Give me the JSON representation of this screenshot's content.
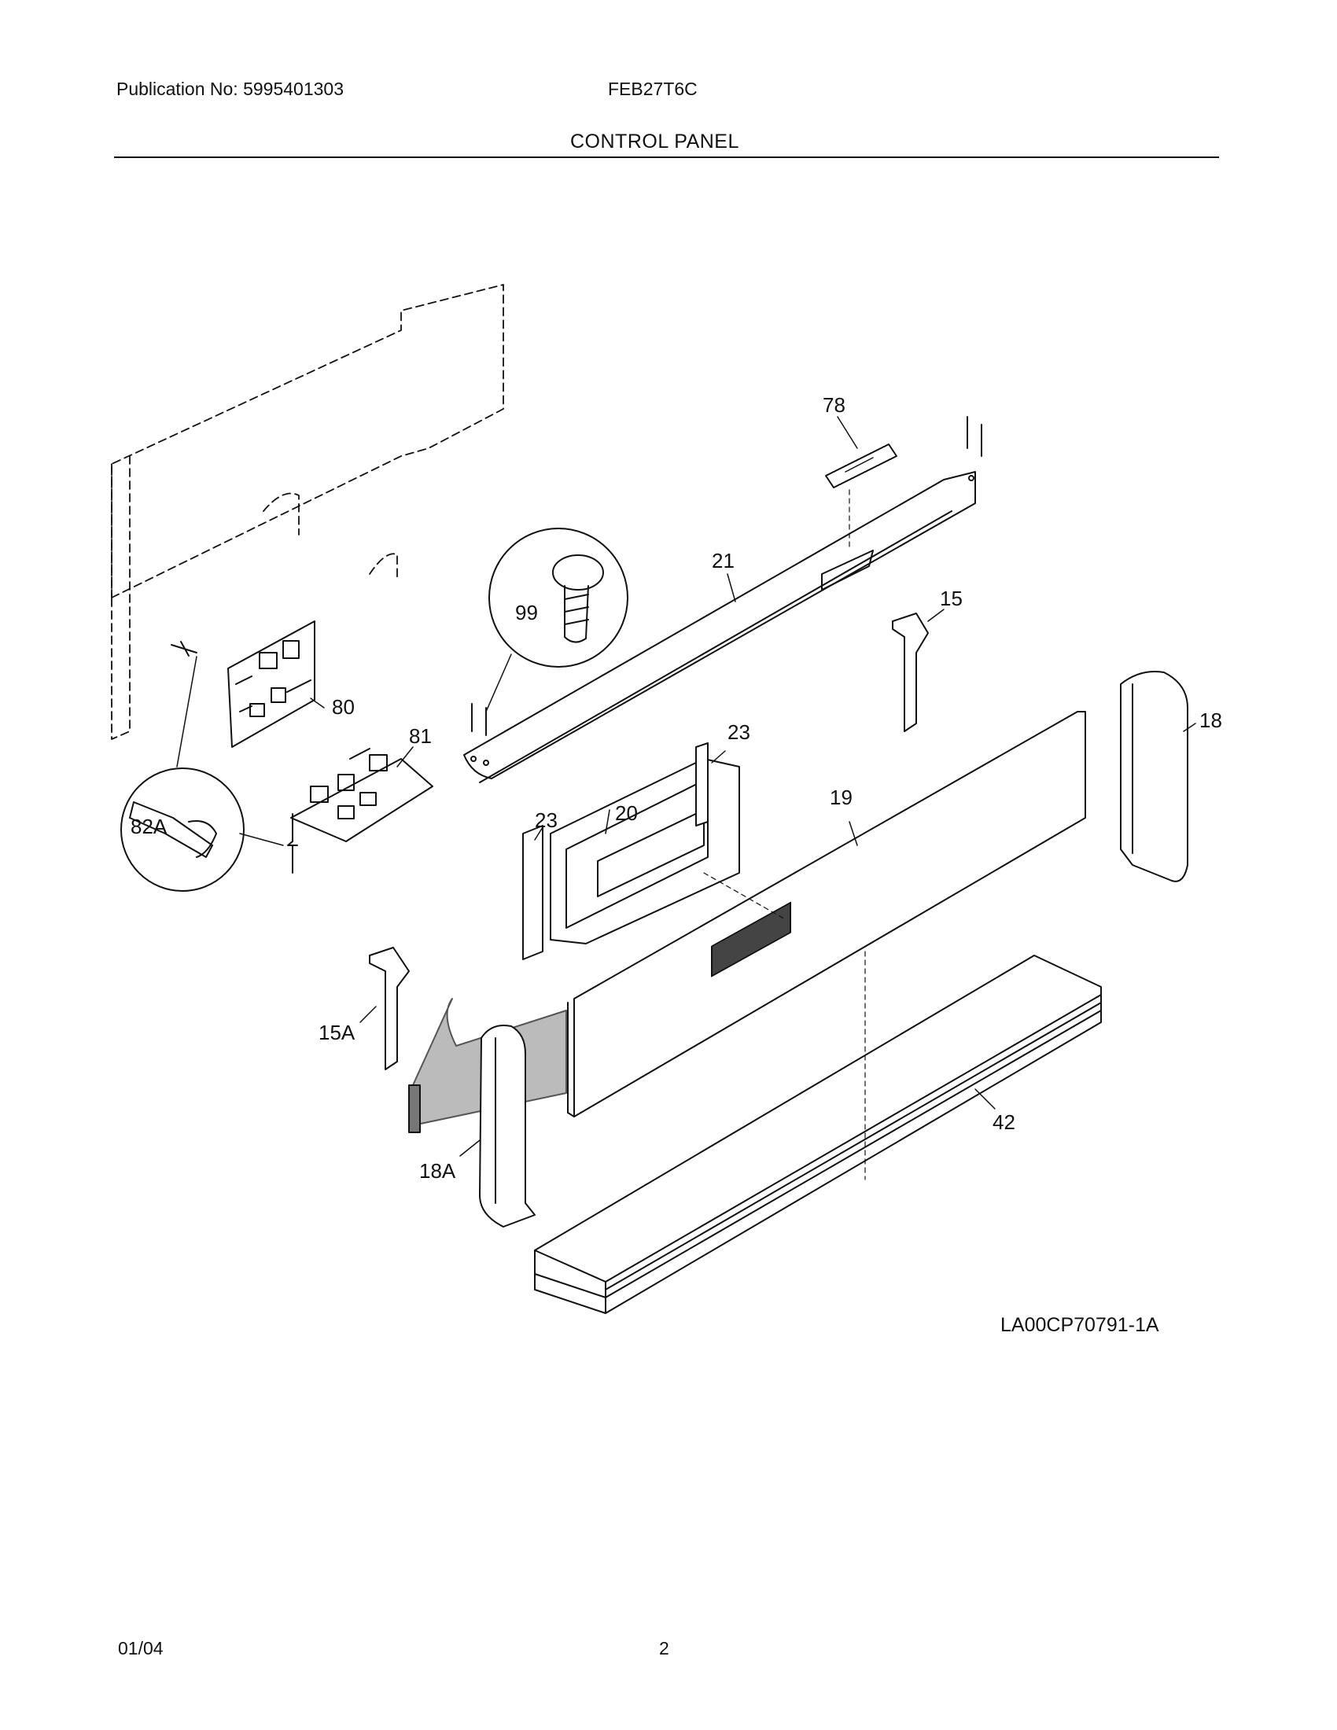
{
  "header": {
    "publication": "Publication No: 5995401303",
    "model": "FEB27T6C",
    "section_title": "CONTROL PANEL"
  },
  "diagram": {
    "reference_code": "LA00CP70791-1A",
    "part_labels": [
      "78",
      "21",
      "99",
      "15",
      "80",
      "81",
      "23",
      "18",
      "82A",
      "20",
      "19",
      "23",
      "15A",
      "42",
      "18A"
    ]
  },
  "footer": {
    "date": "01/04",
    "page": "2"
  }
}
